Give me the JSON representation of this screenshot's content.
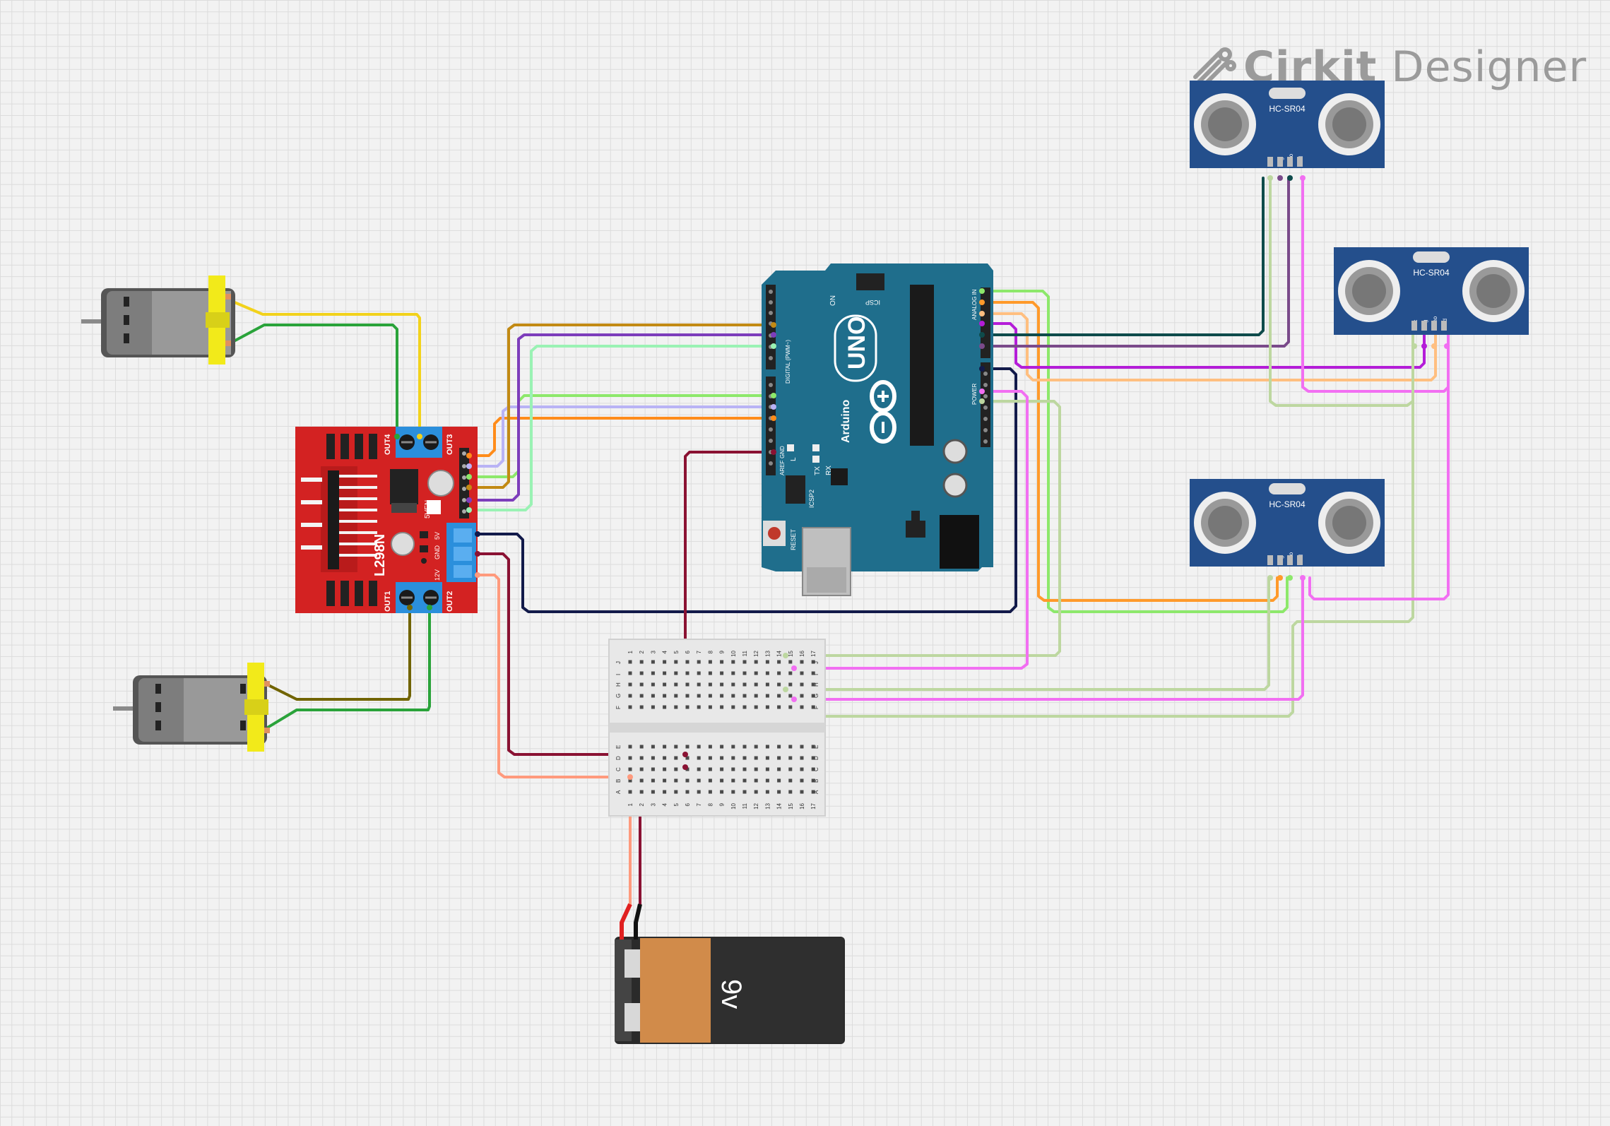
{
  "brand": {
    "name_part1": "Cirkit",
    "name_part2": "Designer"
  },
  "components": {
    "arduino": {
      "board_name": "UNO",
      "maker": "Arduino",
      "on_label": "ON",
      "icsp_label": "ICSP",
      "icsp2_label": "ICSP2",
      "reset_label": "RESET",
      "digital_label": "DIGITAL (PWM~)",
      "analog_label": "ANALOG IN",
      "power_label": "POWER",
      "tx_label": "TX",
      "rx_label": "RX",
      "l_label": "L",
      "aref_label": "AREF",
      "gnd_label": "GND"
    },
    "driver": {
      "chip_label": "L298N",
      "out1": "OUT1",
      "out2": "OUT2",
      "out3": "OUT3",
      "out4": "OUT4",
      "v12": "12V",
      "gnd": "GND",
      "v5": "5V",
      "en5": "5VEN"
    },
    "sensors": [
      {
        "label": "HC-SR04",
        "pins": [
          "Vcc",
          "Trig",
          "Echo",
          "Gnd"
        ]
      },
      {
        "label": "HC-SR04",
        "pins": [
          "Vcc",
          "Trig",
          "Echo",
          "Gnd"
        ]
      },
      {
        "label": "HC-SR04",
        "pins": [
          "Vcc",
          "Trig",
          "Echo",
          "Gnd"
        ]
      }
    ],
    "battery": {
      "label": "9v"
    },
    "breadboard": {
      "columns": [
        "1",
        "2",
        "3",
        "4",
        "5",
        "6",
        "7",
        "8",
        "9",
        "10",
        "11",
        "12",
        "13",
        "14",
        "15",
        "16",
        "17"
      ],
      "rows_top": [
        "J",
        "I",
        "H",
        "G",
        "F"
      ],
      "rows_bottom": [
        "E",
        "D",
        "C",
        "B",
        "A"
      ]
    }
  },
  "colors": {
    "arduino": "#1f6e8c",
    "driver": "#d32222",
    "sensor": "#244f8c",
    "terminal": "#2b8fdc",
    "motor_cap": "#f2ea1a"
  }
}
